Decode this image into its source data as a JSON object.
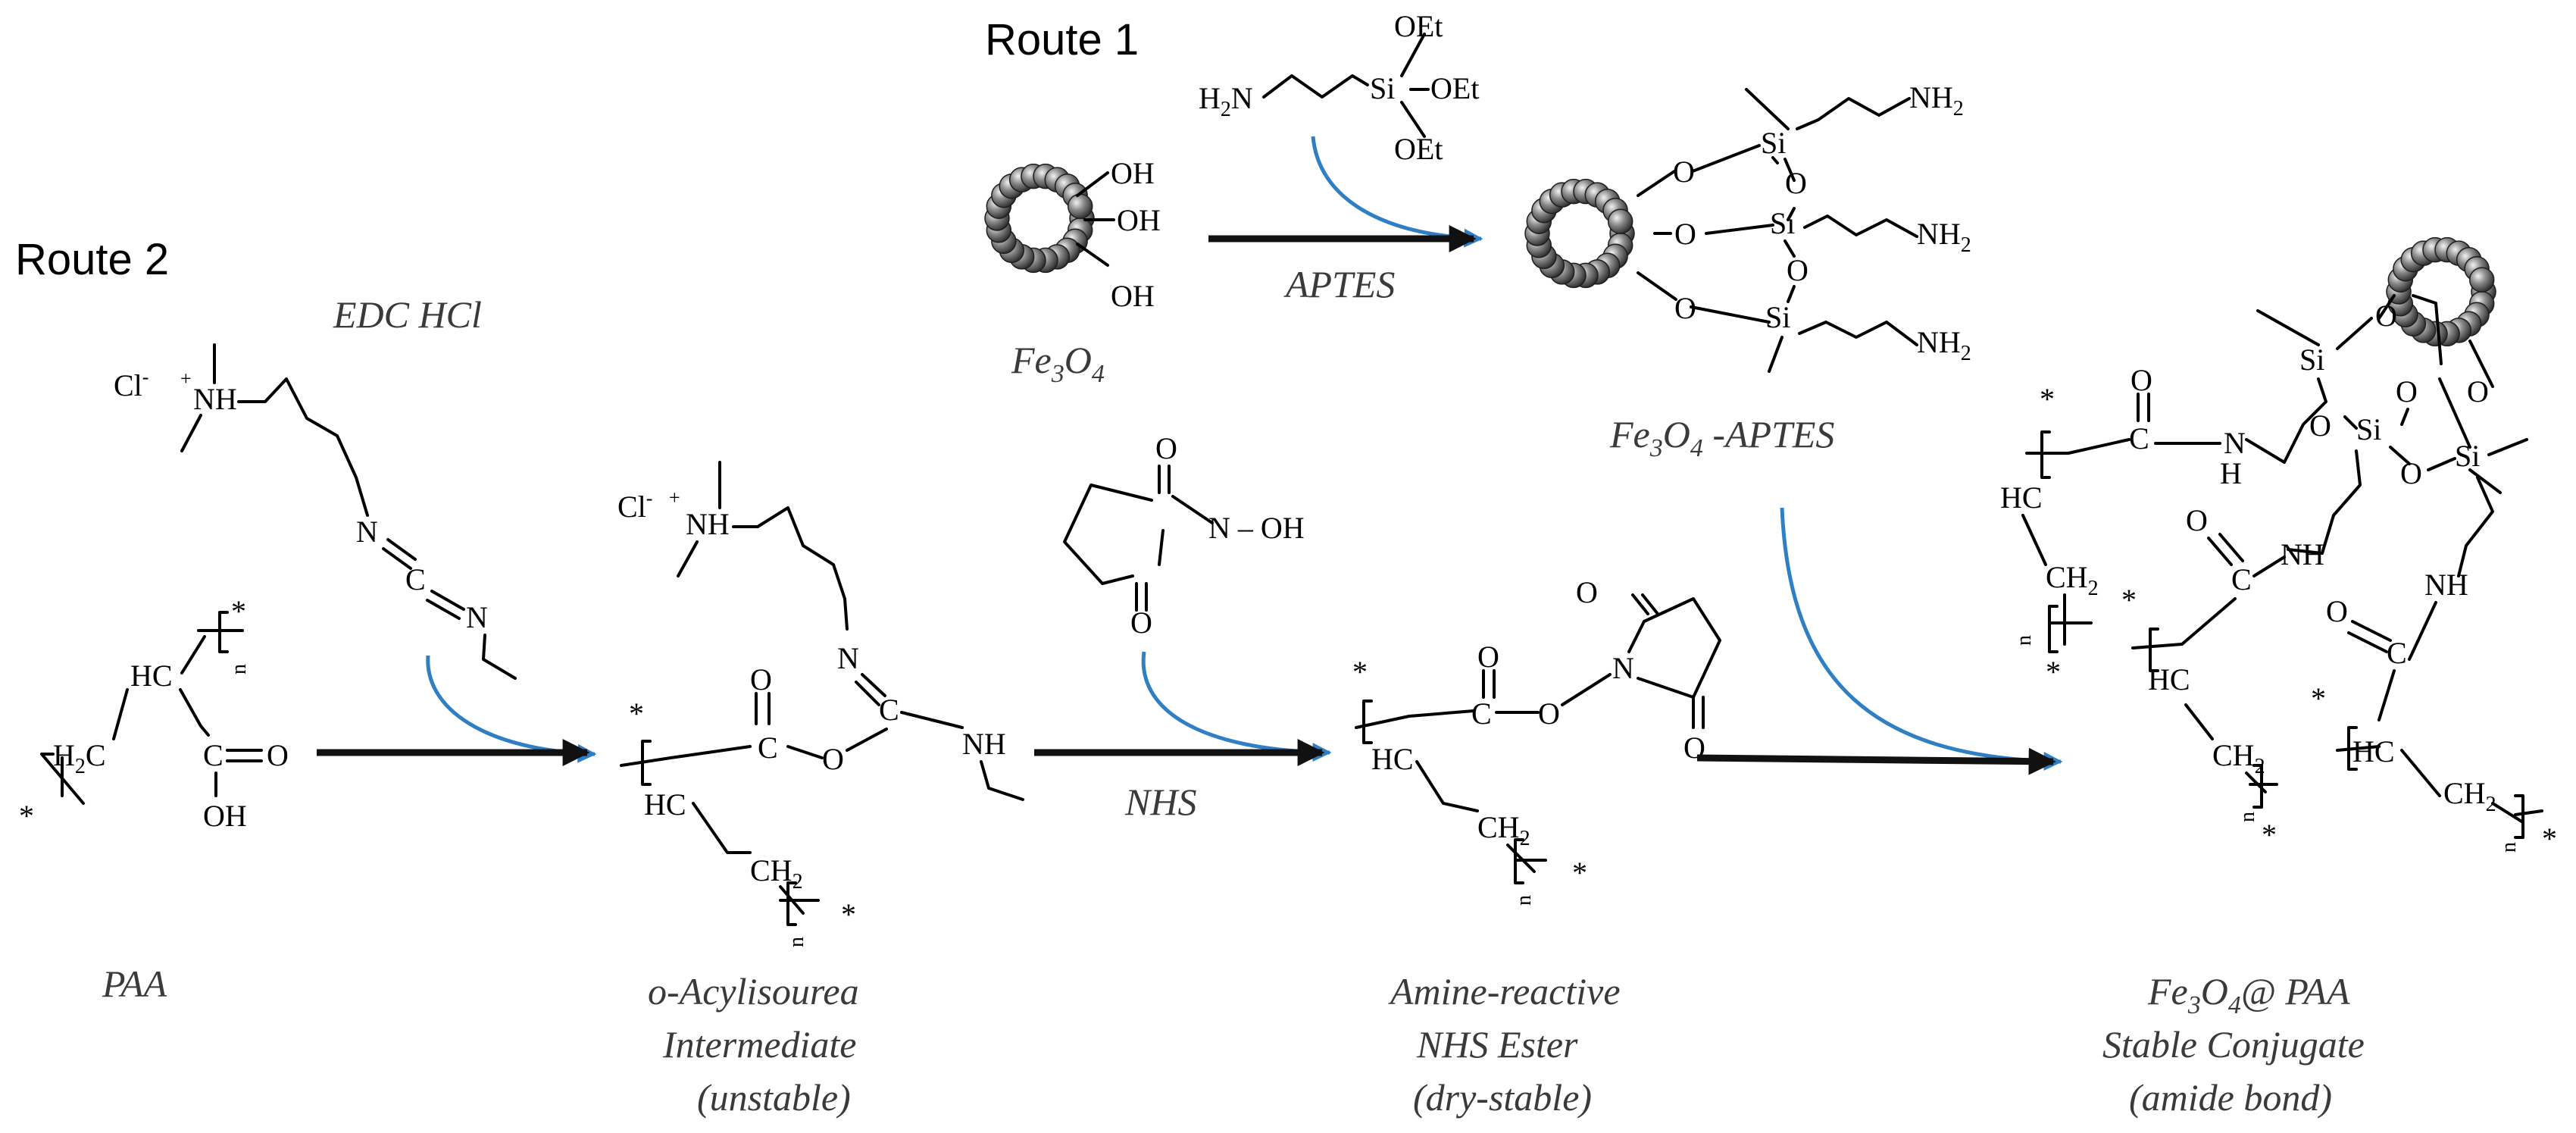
{
  "headings": {
    "route1": "Route 1",
    "route2": "Route 2"
  },
  "reagents": {
    "edc": "EDC HCl",
    "aptes": "APTES",
    "nhs": "NHS"
  },
  "labels": {
    "fe3o4": "Fe3O4",
    "fe3o4_aptes": "Fe3O4 -APTES",
    "paa": "PAA",
    "acylisourea": [
      "o-Acylisourea",
      "Intermediate",
      "(unstable)"
    ],
    "nhs_ester": [
      "Amine-reactive",
      "NHS Ester",
      "(dry-stable)"
    ],
    "conjugate": [
      "Fe3O4@ PAA",
      "Stable Conjugate",
      "(amide bond)"
    ]
  },
  "atoms": {
    "oh": "OH",
    "o": "O",
    "n": "N",
    "nh": "NH",
    "h": "H",
    "si": "Si",
    "oet": "OEt",
    "h2n": "H2N",
    "nh2": "NH2",
    "ch2": "CH2",
    "hc": "HC",
    "h2c": "H2C",
    "chloride": "Cl",
    "minus": "-",
    "plus": "+",
    "star": "*",
    "n_index": "n",
    "n_oh": "N – OH"
  },
  "colors": {
    "reagent_arrow": "#2f7fc4",
    "reaction_arrow": "#111111",
    "nanoparticle": "#6a6a6a"
  }
}
